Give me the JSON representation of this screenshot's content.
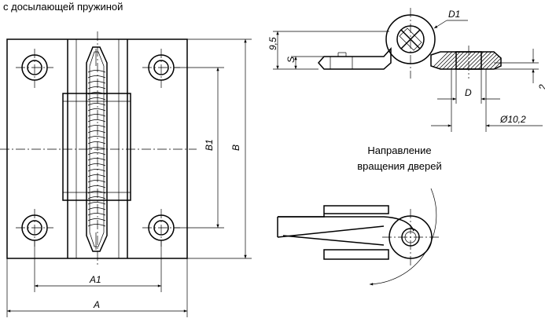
{
  "caption": "с досылающей пружиной",
  "rotation_note": {
    "line1": "Направление",
    "line2": "вращения дверей"
  },
  "dimensions": {
    "A": "A",
    "A1": "A1",
    "B": "B",
    "B1": "B1",
    "D1": "D1",
    "D": "D",
    "S": "S",
    "h_total": "9,5",
    "thickness": "2",
    "dia_outer": "Ø10,2"
  }
}
